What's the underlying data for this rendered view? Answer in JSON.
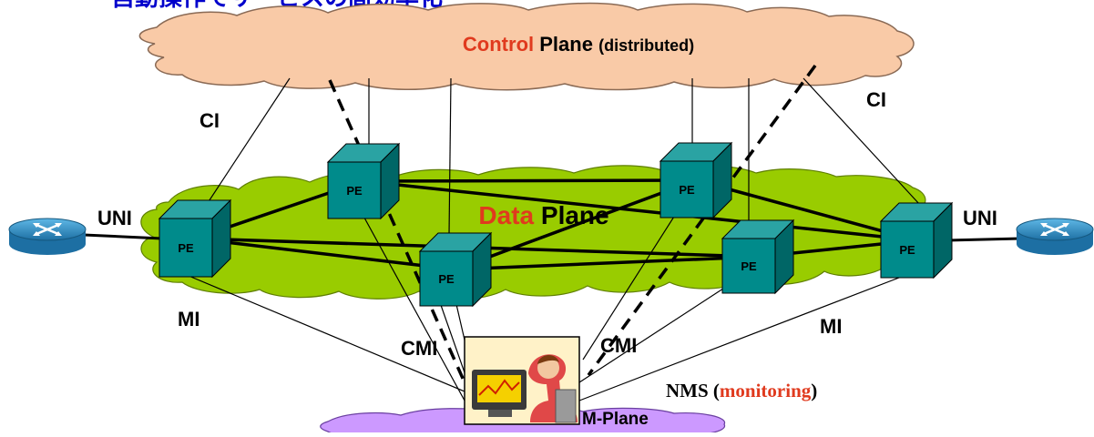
{
  "header": {
    "partial_title": "自動操作でサービスの高効率化"
  },
  "control_plane": {
    "word_control": "Control",
    "word_plane": "Plane",
    "qualifier": "(distributed)"
  },
  "data_plane": {
    "word_data": "Data",
    "word_plane": "Plane"
  },
  "m_plane": {
    "label": "M-Plane"
  },
  "interfaces": {
    "ci_left": "CI",
    "ci_right": "CI",
    "uni_left": "UNI",
    "uni_right": "UNI",
    "mi_left": "MI",
    "mi_right": "MI",
    "cmi_left": "CMI",
    "cmi_right": "CMI"
  },
  "pe_nodes": [
    "PE",
    "PE",
    "PE",
    "PE",
    "PE",
    "PE"
  ],
  "nms": {
    "prefix": "NMS (",
    "highlight": "monitoring",
    "suffix": ")"
  },
  "icons": [
    "router-icon",
    "operator-workstation-icon"
  ],
  "colors": {
    "header_blue": "#0000cc",
    "control_cloud": "#f9caa7",
    "data_cloud": "#99cc00",
    "pe_cube": "#008080",
    "accent_red": "#e03a1e",
    "m_plane_cloud": "#cc99ff",
    "router_blue": "#2a86b8"
  }
}
